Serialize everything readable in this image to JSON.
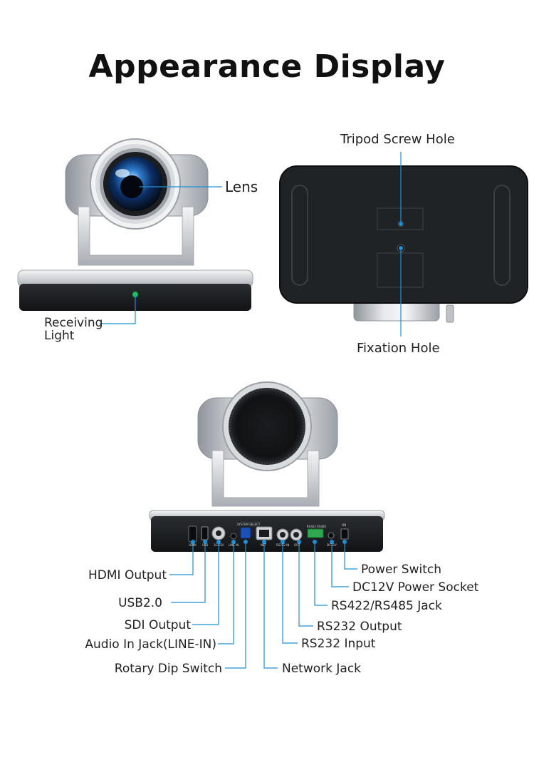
{
  "title": "Appearance Display",
  "front_view": {
    "labels": {
      "lens": "Lens",
      "receiving_light_line1": "Receiving",
      "receiving_light_line2": "Light"
    }
  },
  "bottom_view": {
    "labels": {
      "tripod_screw_hole": "Tripod Screw Hole",
      "fixation_hole": "Fixation Hole"
    }
  },
  "rear_view": {
    "port_silkscreen": [
      "HDMI",
      "USB",
      "3G-SDI",
      "LINE IN",
      "SYSTEM SELECT",
      "NET",
      "RS232 IN",
      "OUT",
      "RS422 RS485",
      "DC12V",
      "ON"
    ],
    "labels_left": [
      "HDMI Output",
      "USB2.0",
      "SDI Output",
      "Audio In Jack(LINE-IN)",
      "Rotary Dip Switch"
    ],
    "labels_right": [
      "Power Switch",
      "DC12V Power Socket",
      "RS422/RS485 Jack",
      "RS232 Output",
      "RS232 Input",
      "Network Jack"
    ]
  },
  "colors": {
    "callout_line": "#1e8fd6",
    "callout_dot": "#1e8fd6",
    "indicator_led": "#22c55e",
    "body_dark": "#1f2226",
    "silver": "#c9ccd1"
  }
}
